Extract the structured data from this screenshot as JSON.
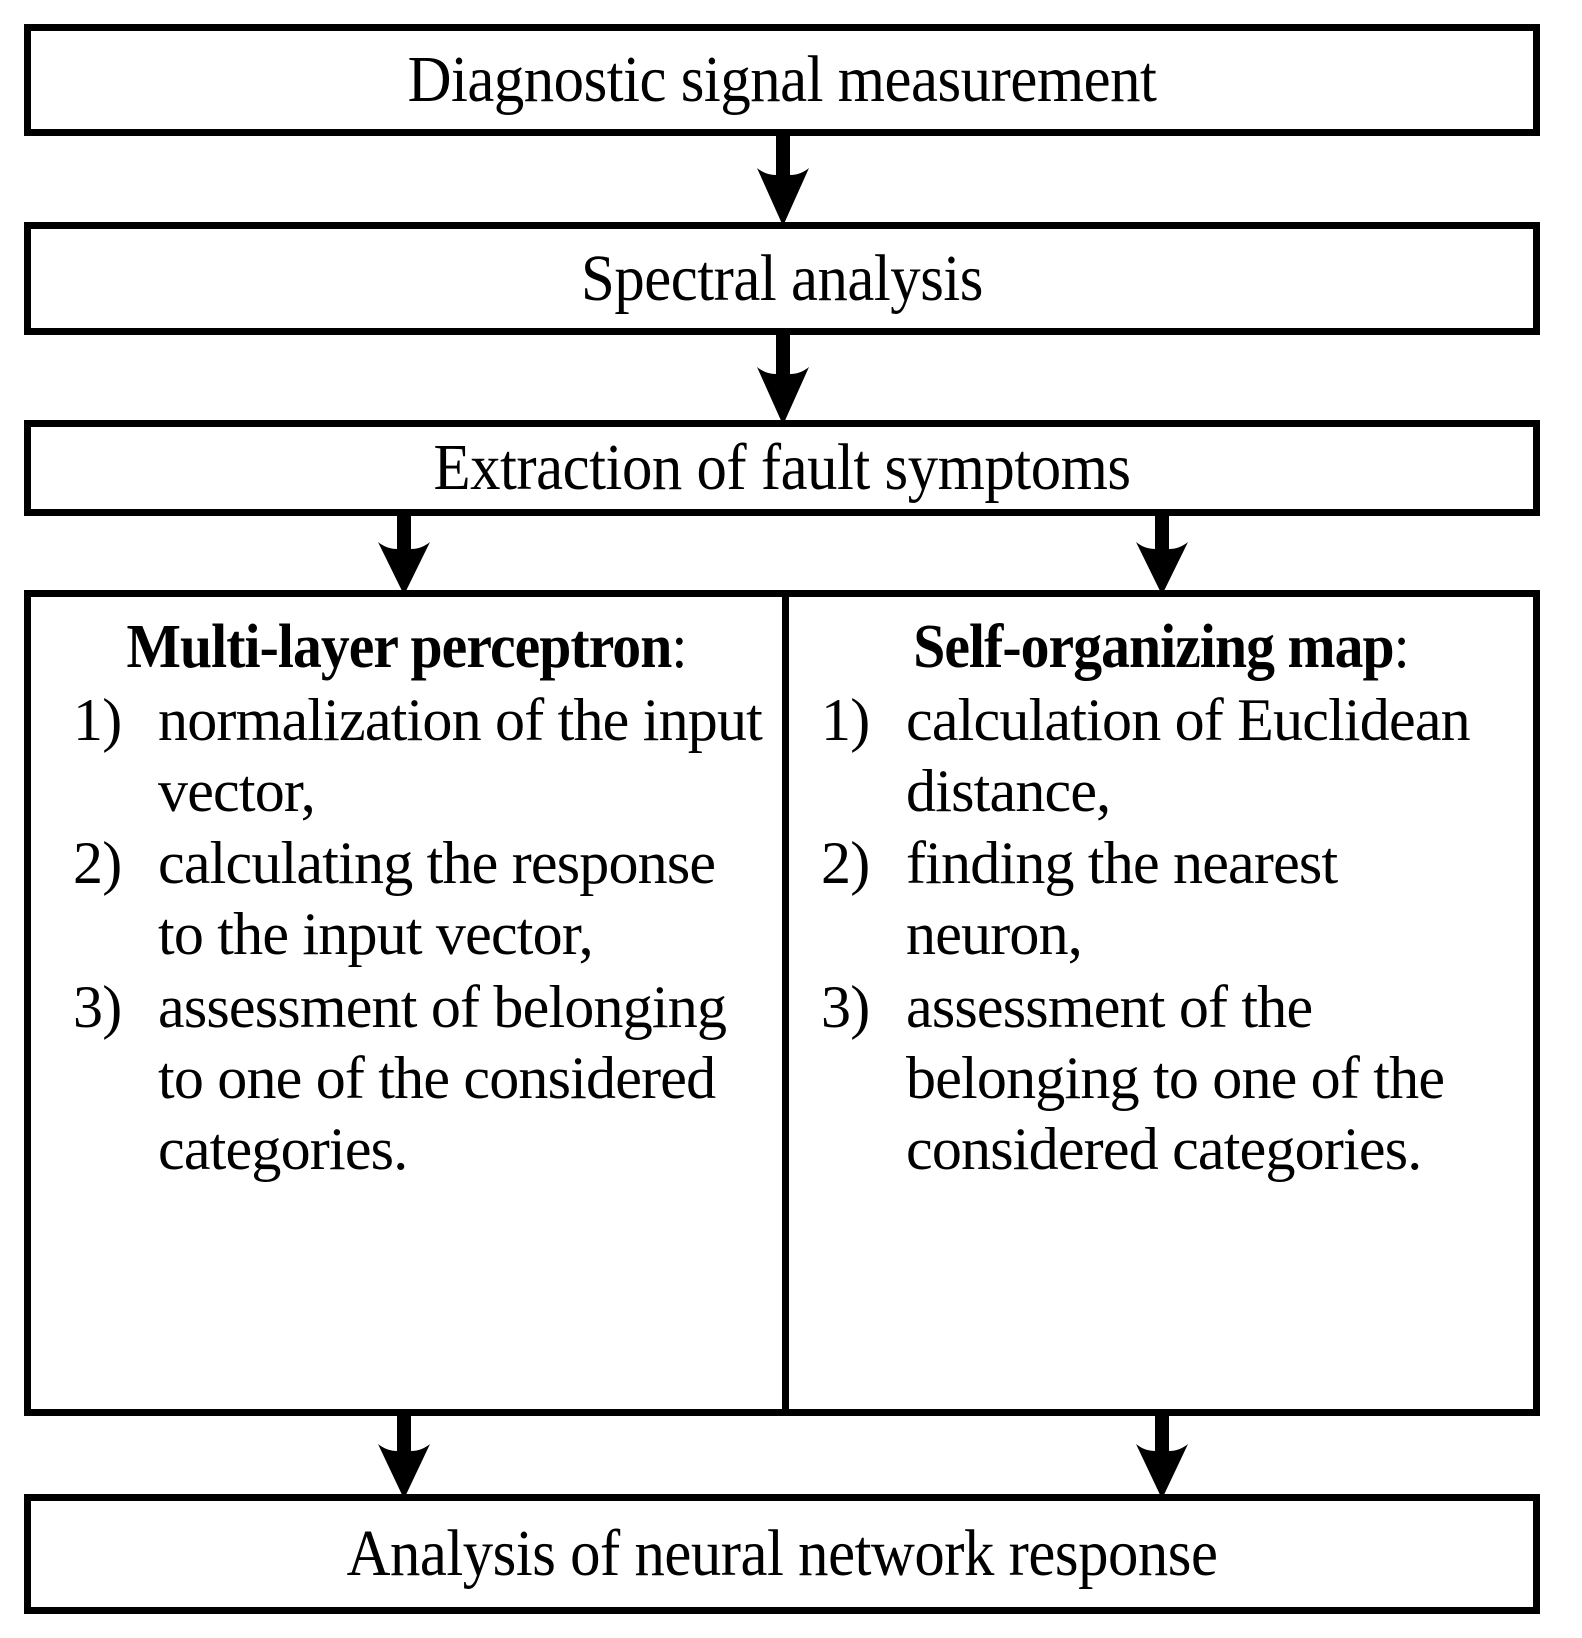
{
  "diagram": {
    "type": "flowchart",
    "orientation": "top-to-bottom",
    "nodes": {
      "step1": {
        "label": "Diagnostic signal measurement"
      },
      "step2": {
        "label": "Spectral analysis"
      },
      "step3": {
        "label": "Extraction of fault symptoms"
      },
      "step5": {
        "label": "Analysis of neural network response"
      }
    },
    "branches": {
      "left": {
        "heading": "Multi-layer perceptron",
        "heading_colon": ":",
        "steps": [
          {
            "marker": "1)",
            "text": "normalization of the input vector,"
          },
          {
            "marker": "2)",
            "text": "calculating the response to the input vector,"
          },
          {
            "marker": "3)",
            "text": "assessment of belonging to one of the considered categories."
          }
        ]
      },
      "right": {
        "heading": "Self-organizing map",
        "heading_colon": ":",
        "steps": [
          {
            "marker": "1)",
            "text": "calculation of Euclidean distance,"
          },
          {
            "marker": "2)",
            "text": "finding the nearest neuron,"
          },
          {
            "marker": "3)",
            "text": "assessment of the belonging to one of the considered categories."
          }
        ]
      }
    },
    "connectors": [
      {
        "name": "arrow-step1-to-step2",
        "from": "step1",
        "to": "step2"
      },
      {
        "name": "arrow-step2-to-step3",
        "from": "step2",
        "to": "step3"
      },
      {
        "name": "arrow-step3-to-left-branch",
        "from": "step3",
        "to": "left"
      },
      {
        "name": "arrow-step3-to-right-branch",
        "from": "step3",
        "to": "right"
      },
      {
        "name": "arrow-left-branch-to-step5",
        "from": "left",
        "to": "step5"
      },
      {
        "name": "arrow-right-branch-to-step5",
        "from": "right",
        "to": "step5"
      }
    ],
    "colors": {
      "stroke": "#000000",
      "fill": "#FFFFFF",
      "text": "#000000"
    }
  }
}
